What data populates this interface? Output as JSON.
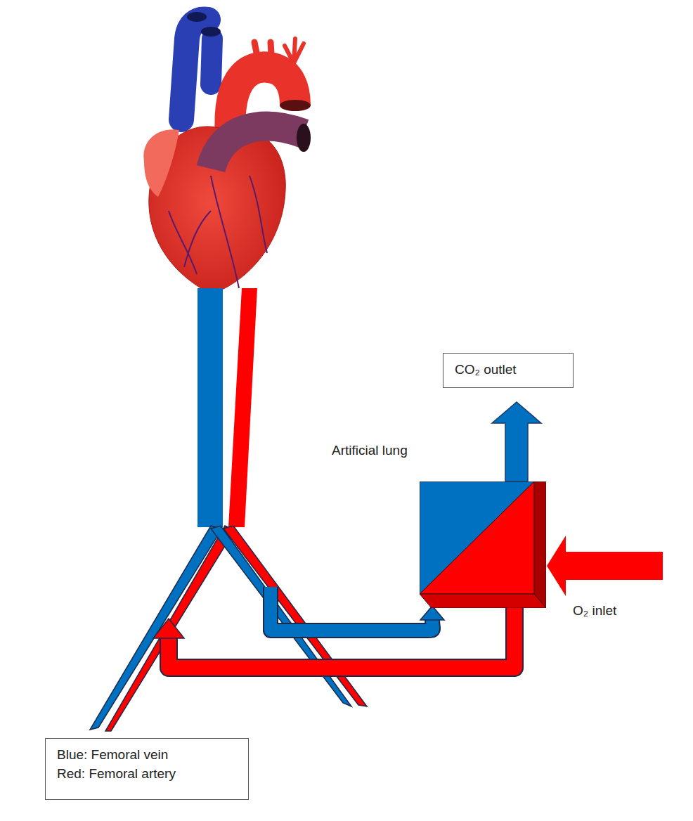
{
  "diagram": {
    "nodes": [
      {
        "text": [
          "CO₂ outlet"
        ]
      },
      {
        "text": [
          "Artificial lung"
        ]
      },
      {
        "text": [
          "Blue: Femoral vein",
          "Red: Femoral artery"
        ]
      }
    ],
    "edges": [
      {
        "from": 1,
        "to": 0,
        "arrow": "to"
      }
    ],
    "labels": [
      "O₂ inlet"
    ]
  }
}
